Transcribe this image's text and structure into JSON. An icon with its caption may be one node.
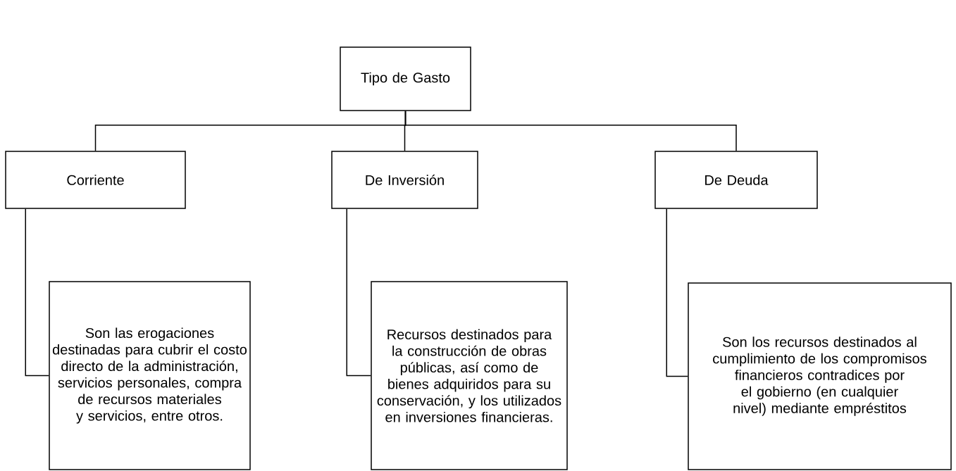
{
  "diagram": {
    "nodes": [
      {
        "text": [
          "Tipo de Gasto"
        ]
      },
      {
        "text": [
          "Corriente"
        ]
      },
      {
        "text": [
          "De Inversión"
        ]
      },
      {
        "text": [
          "De Deuda"
        ]
      },
      {
        "text": [
          "Son las erogaciones destinadas para cubrir el costo directo de la administración, servicios personales, compra de recursos materiales y servicios, entre otros."
        ]
      },
      {
        "text": [
          "Recursos destinados para la construcción de obras públicas, así como de bienes adquiridos para su conservación, y los utilizados en inversiones financieras."
        ]
      },
      {
        "text": [
          "Son los recursos destinados al cumplimiento de los compromisos financieros contradices por el gobierno (en cualquier nivel) mediante empréstitos"
        ]
      }
    ],
    "edges": [
      {
        "from": 0,
        "to": 1,
        "arrow": "none"
      },
      {
        "from": 0,
        "to": 2,
        "arrow": "none"
      },
      {
        "from": 0,
        "to": 3,
        "arrow": "none"
      },
      {
        "from": 1,
        "to": 4,
        "arrow": "none"
      },
      {
        "from": 2,
        "to": 5,
        "arrow": "none"
      },
      {
        "from": 3,
        "to": 6,
        "arrow": "none"
      }
    ]
  }
}
